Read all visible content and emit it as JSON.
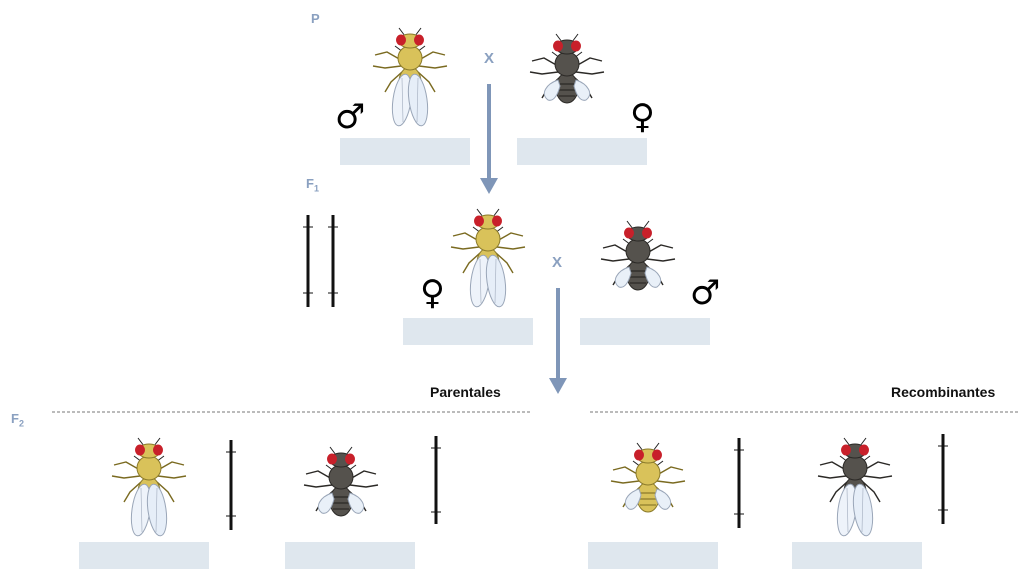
{
  "generations": {
    "p": {
      "label": "P"
    },
    "f1": {
      "label": "F",
      "sub": "1"
    },
    "f2": {
      "label": "F",
      "sub": "2"
    }
  },
  "cross_symbol": "X",
  "sex_symbols": {
    "male": "♂",
    "female": "♀"
  },
  "sections": {
    "parental": "Parentales",
    "recombinant": "Recombinantes"
  },
  "colors": {
    "label_blue": "#8aa0c0",
    "arrow": "#7f96b8",
    "answer_box": "#dfe7ee",
    "wild_type_body": "#d9c25a",
    "mutant_body": "#55524d",
    "eye_red": "#c8202a"
  },
  "flies": [
    {
      "id": "p-male",
      "phenotype": "yellow-body-normal-wings"
    },
    {
      "id": "p-female",
      "phenotype": "dark-body-vestigial-wings"
    },
    {
      "id": "f1-female",
      "phenotype": "yellow-body-normal-wings"
    },
    {
      "id": "f1-male",
      "phenotype": "dark-body-vestigial-wings"
    },
    {
      "id": "f2-parental-1",
      "phenotype": "yellow-body-normal-wings"
    },
    {
      "id": "f2-parental-2",
      "phenotype": "dark-body-vestigial-wings"
    },
    {
      "id": "f2-recombinant-1",
      "phenotype": "yellow-body-vestigial-wings"
    },
    {
      "id": "f2-recombinant-2",
      "phenotype": "dark-body-normal-wings"
    }
  ]
}
